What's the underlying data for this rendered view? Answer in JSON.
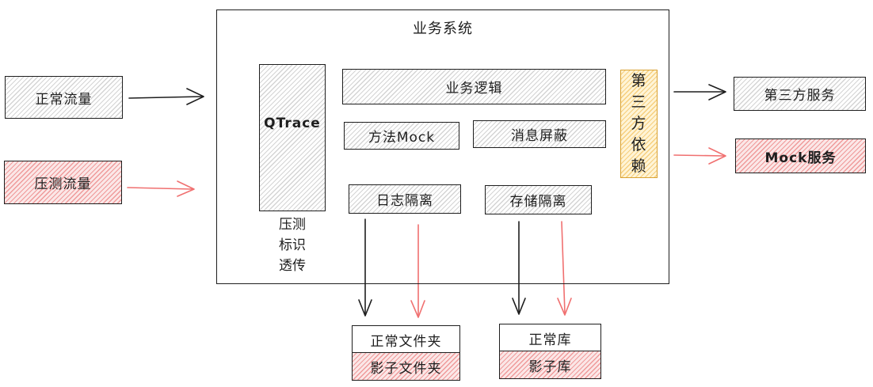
{
  "system": {
    "title": "业务系统"
  },
  "inputs": {
    "normal_traffic": "正常流量",
    "stress_traffic": "压测流量"
  },
  "qtrace": {
    "label": "QTrace",
    "caption_lines": [
      "压测",
      "标识",
      "透传"
    ]
  },
  "modules": {
    "business_logic": "业务逻辑",
    "method_mock": "方法Mock",
    "message_shield": "消息屏蔽",
    "log_isolation": "日志隔离",
    "storage_isolation": "存储隔离"
  },
  "third_party_dependency": {
    "chars": [
      "第",
      "三",
      "方",
      "依",
      "赖"
    ]
  },
  "outputs": {
    "third_party_service": "第三方服务",
    "mock_service": "Mock服务"
  },
  "storage": {
    "normal_folder": "正常文件夹",
    "shadow_folder": "影子文件夹",
    "normal_db": "正常库",
    "shadow_db": "影子库"
  },
  "colors": {
    "normal_line": "#1e1e1e",
    "stress_line": "#f07070",
    "stress_fill": "#ef9a9a",
    "dependency_fill": "#f6cf7e"
  }
}
